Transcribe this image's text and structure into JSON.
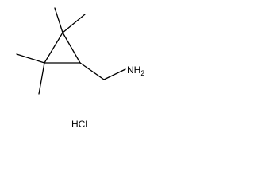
{
  "molecule": {
    "amine_group": "NH",
    "amine_h_count": "2",
    "salt": "HCl"
  }
}
